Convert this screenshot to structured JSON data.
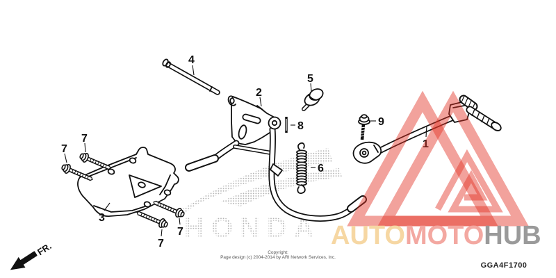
{
  "diagram": {
    "code": "GGA4F1700",
    "fr_label": "FR.",
    "copyright": {
      "line1": "Copyright:",
      "line2": "Page design (c) 2004-2014 by ARI Network Services, Inc."
    },
    "callouts": [
      "1",
      "2",
      "3",
      "4",
      "5",
      "6",
      "7",
      "8",
      "9"
    ]
  },
  "watermarks": {
    "honda": "HONDA",
    "brand_auto": "AUTO",
    "brand_moto": "MOTO",
    "brand_hub": "HUB",
    "colors": {
      "brand_auto": "#F6D7A3",
      "brand_moto": "#F3A8A1",
      "brand_hub": "#9A9A9A",
      "logo_triangle": "#E33124",
      "halftone_dot": "#b5b5b5",
      "line_art": "#111111"
    }
  }
}
